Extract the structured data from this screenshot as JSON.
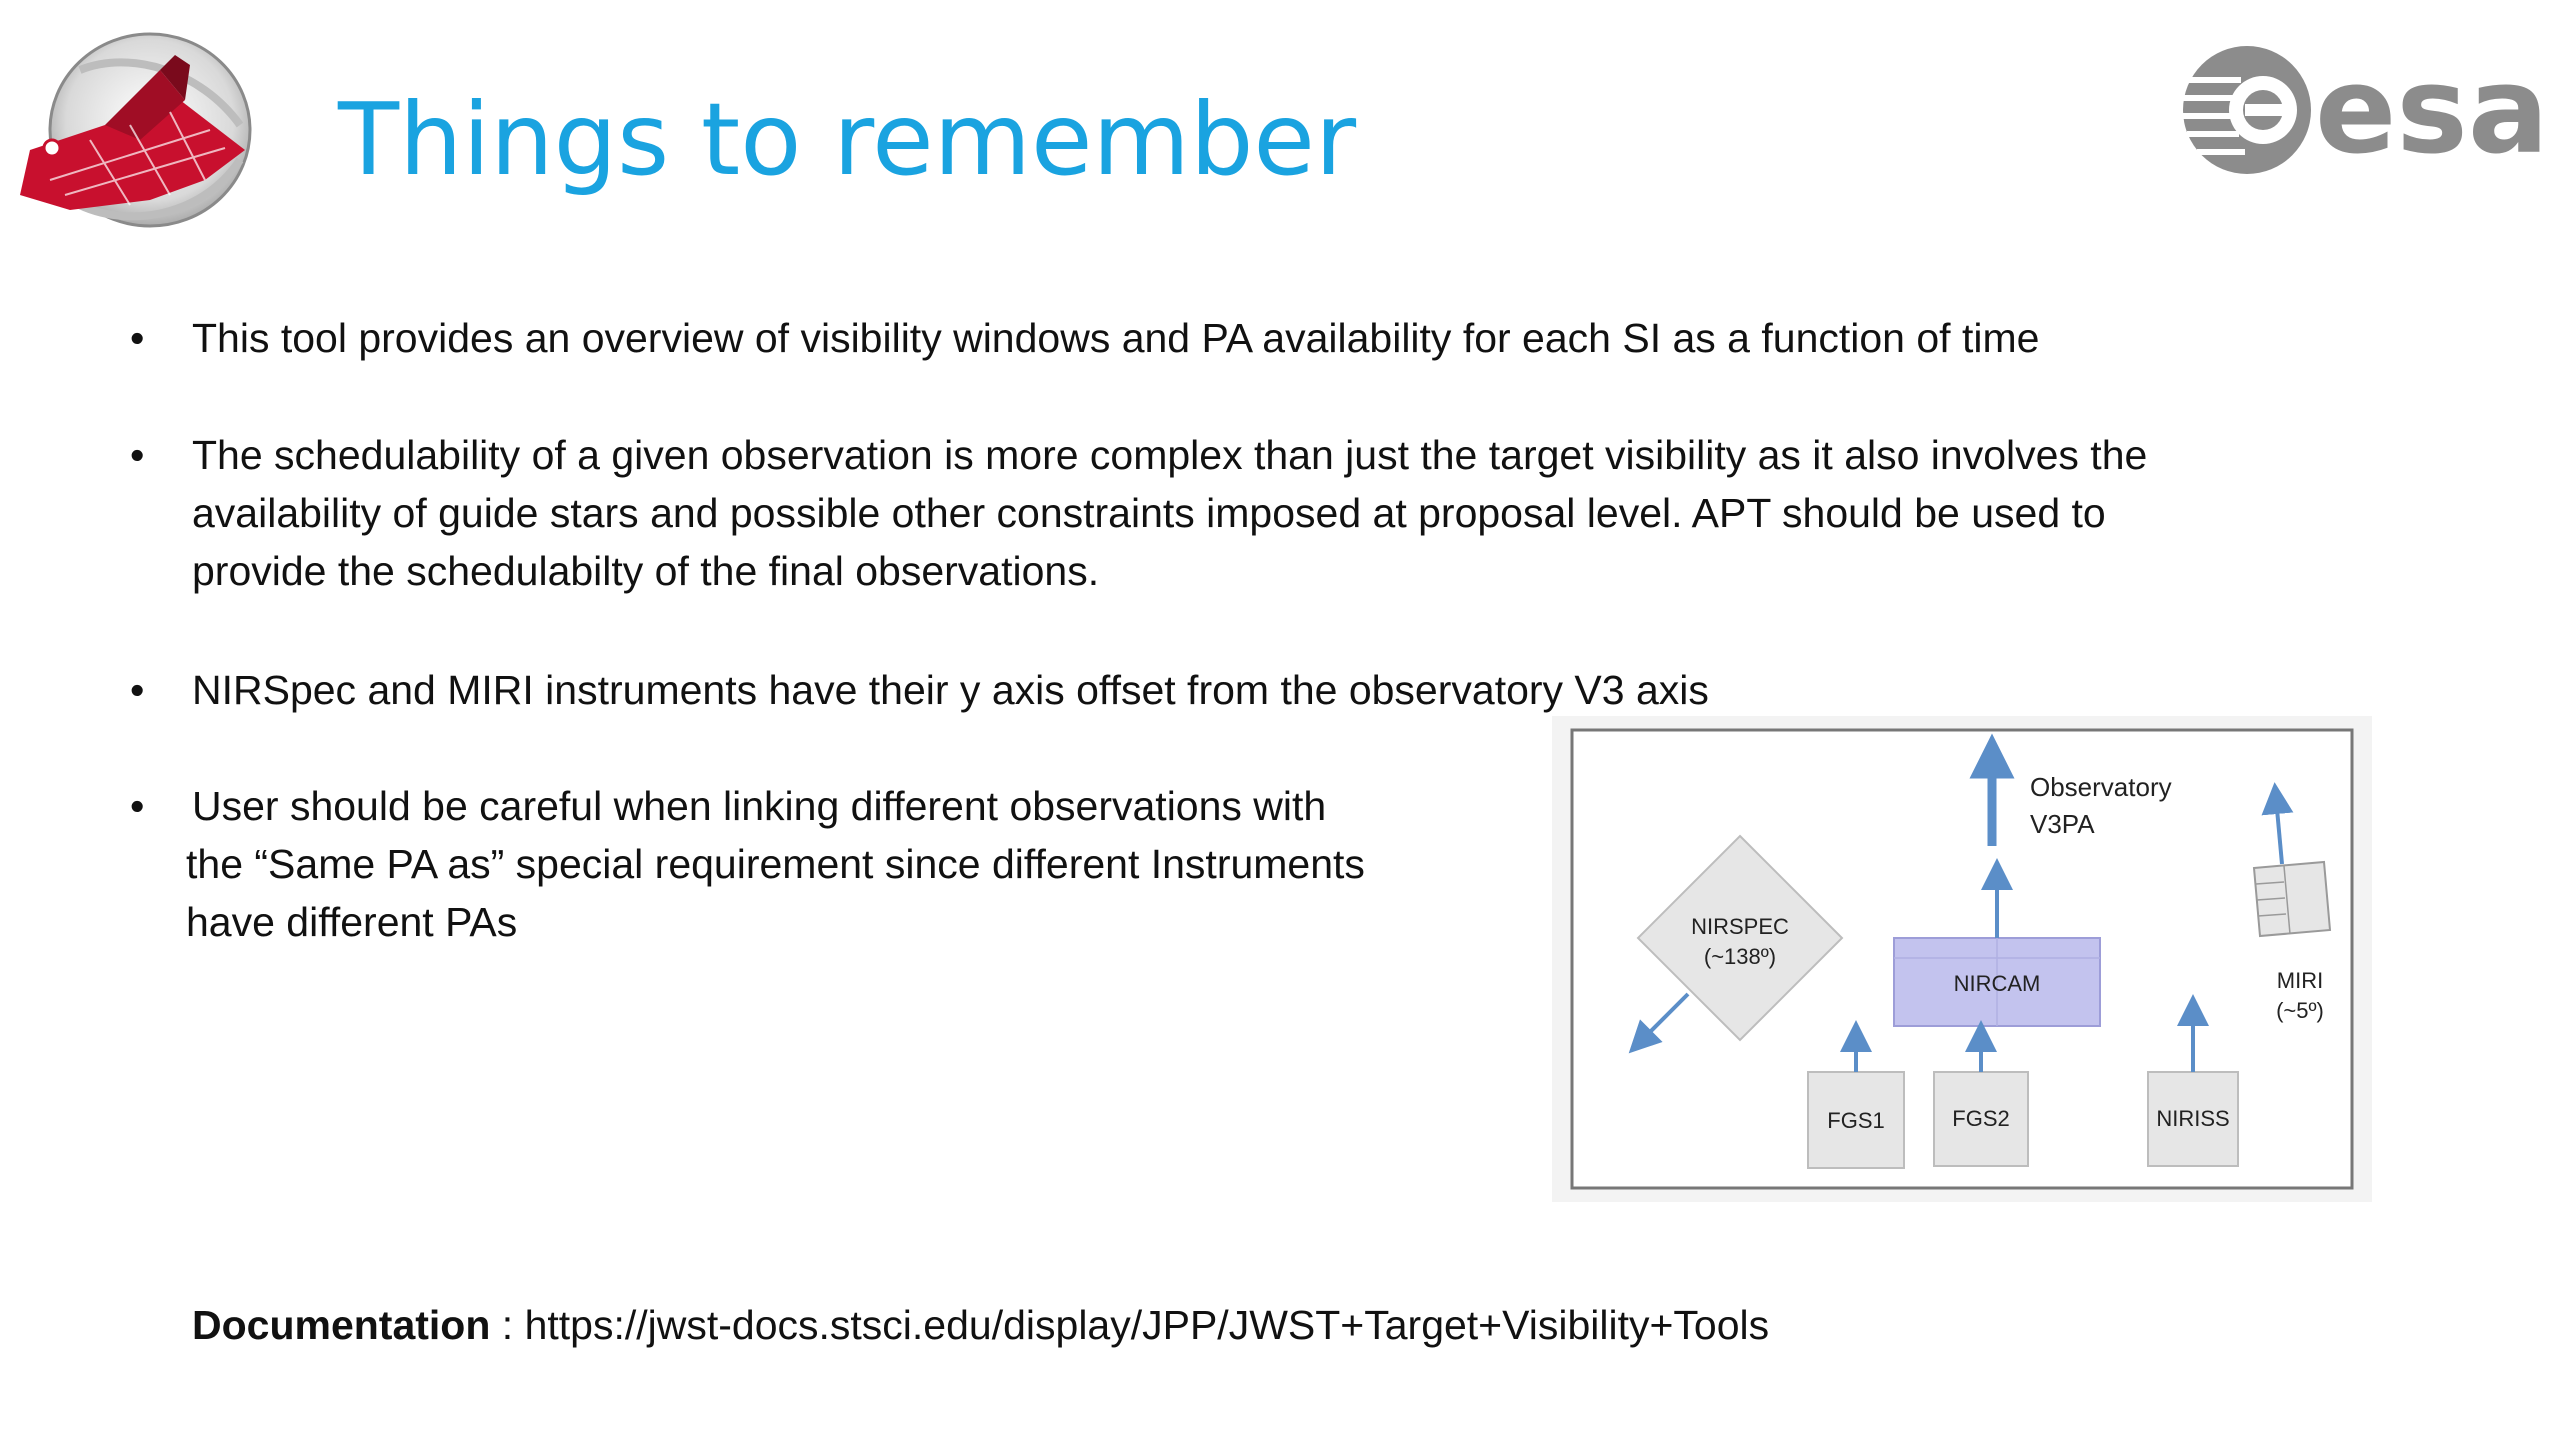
{
  "slide": {
    "title": "Things to remember",
    "logos": {
      "left": "jwst-mission-patch",
      "right_text": "esa"
    },
    "colors": {
      "title": "#1aa3e0",
      "patch_red": "#c8102e",
      "esa_grey": "#8c8c8c",
      "nircam_fill": "#c3c3ee",
      "arrow_blue": "#5b8ec8"
    },
    "bullets": [
      {
        "marker": "•",
        "lines": [
          "This tool provides an overview of visibility windows and PA availability for each SI as a function of time"
        ]
      },
      {
        "marker": "•",
        "lines": [
          "The schedulability of a given observation is more complex than just the target visibility as it also involves the",
          "availability of guide stars and possible other constraints imposed at proposal level. APT should be used to",
          "provide the schedulabilty of the final observations."
        ]
      },
      {
        "marker": "•",
        "lines": [
          "NIRSpec and MIRI instruments have their y axis offset from the observatory V3 axis"
        ]
      },
      {
        "marker": "•",
        "lines": [
          "User should be careful when linking different observations with",
          "the “Same PA as” special requirement since different Instruments",
          "have different PAs"
        ]
      }
    ],
    "documentation": {
      "label": "Documentation",
      "separator": " : ",
      "url": "https://jwst-docs.stsci.edu/display/JPP/JWST+Target+Visibility+Tools"
    },
    "diagram": {
      "observatory_label_line1": "Observatory",
      "observatory_label_line2": "V3PA",
      "nirspec_line1": "NIRSPEC",
      "nirspec_line2": "(~138º)",
      "nircam": "NIRCAM",
      "miri_line1": "MIRI",
      "miri_line2": "(~5º)",
      "fgs1": "FGS1",
      "fgs2": "FGS2",
      "niriss": "NIRISS"
    }
  }
}
